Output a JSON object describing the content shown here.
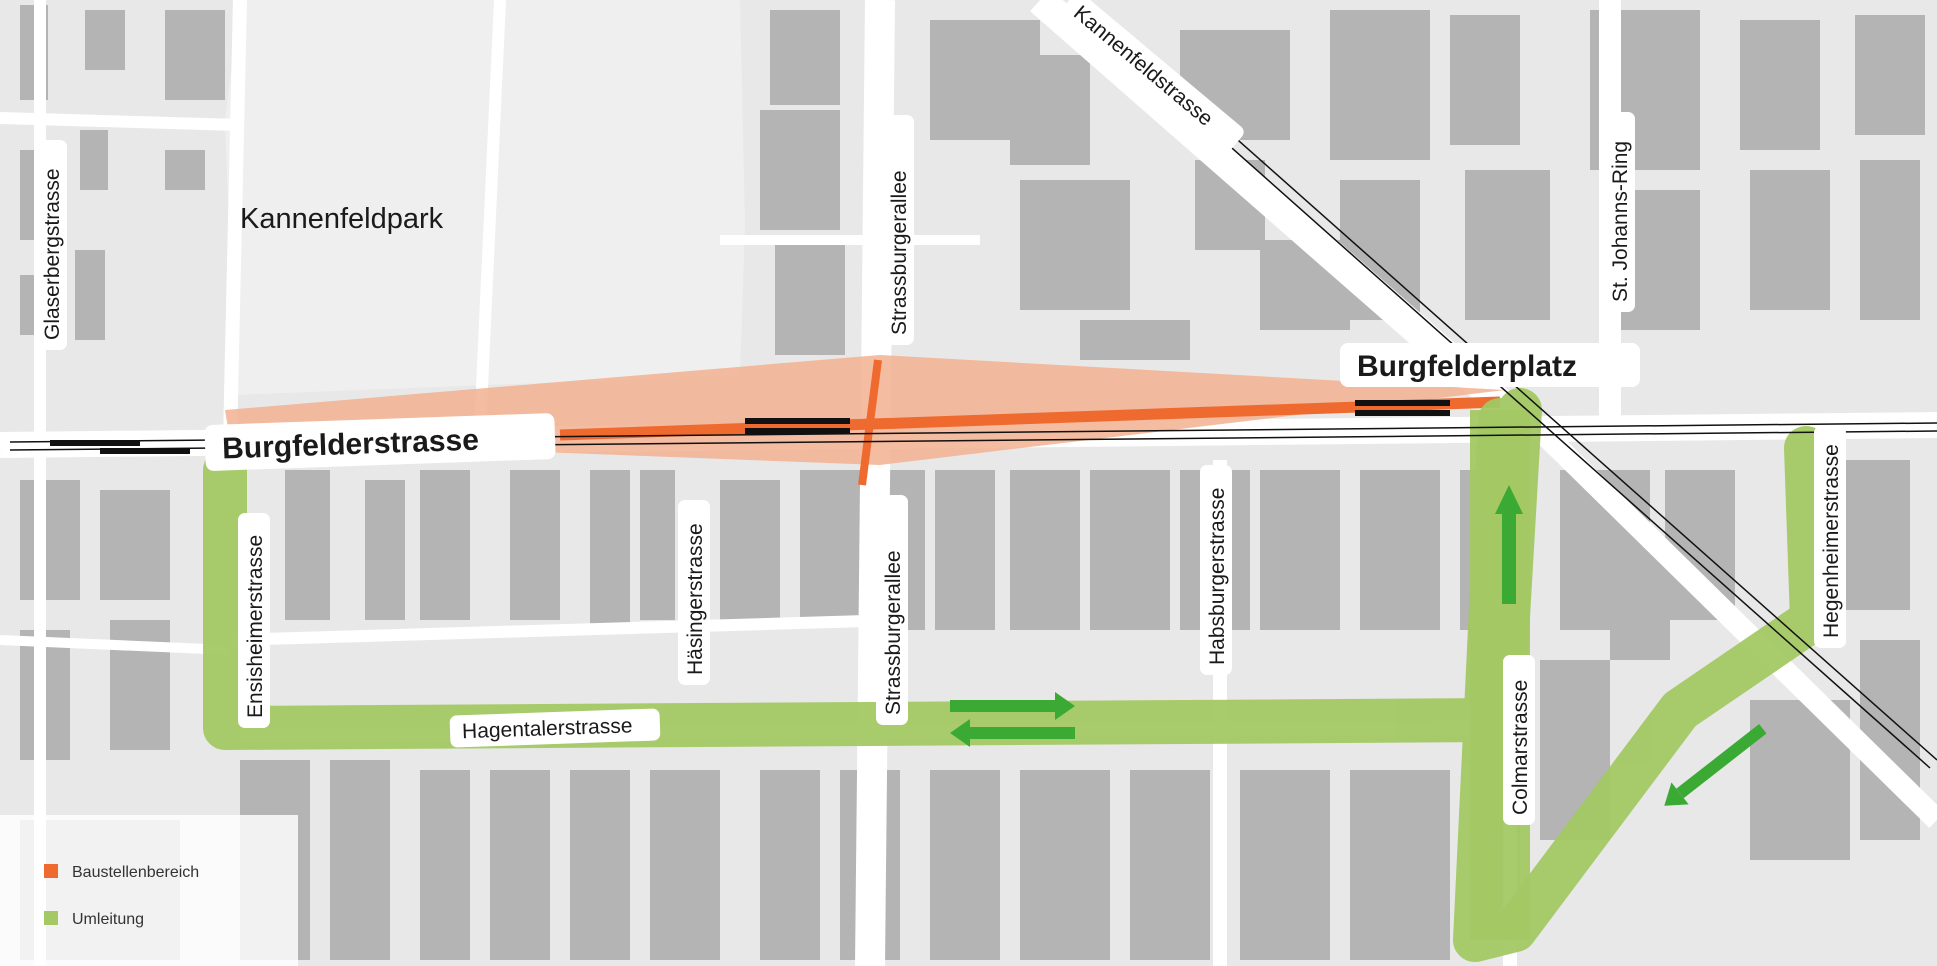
{
  "map": {
    "park_name": "Kannenfeldpark",
    "streets": {
      "burgfelderstrasse": "Burgfelderstrasse",
      "burgfelderplatz": "Burgfelderplatz",
      "kannenfeldstrasse": "Kannenfeldstrasse",
      "st_johanns_ring": "St. Johanns-Ring",
      "strassburgerallee": "Strassburgerallee",
      "glaserbergstrasse": "Glaserbergstrasse",
      "ensisheimerstrasse": "Ensisheimerstrasse",
      "haesingerstrasse": "Häsingerstrasse",
      "habsburgerstrasse": "Habsburgerstrasse",
      "hagentalerstrasse": "Hagentalerstrasse",
      "colmarstrasse": "Colmarstrasse",
      "hegenheimerstrasse": "Hegenheimerstrasse"
    },
    "colors": {
      "construction": "#ee6a2f",
      "construction_area": "#f2b08f",
      "detour": "#a3c864",
      "detour_arrow": "#3aaa35",
      "building": "#b4b4b4",
      "ground": "#e9e9e9",
      "road": "#ffffff",
      "tram": "#111111"
    }
  },
  "legend": {
    "items": [
      {
        "label": "Baustellenbereich",
        "color": "#ee6a2f"
      },
      {
        "label": "Umleitung",
        "color": "#a3c864"
      }
    ]
  }
}
